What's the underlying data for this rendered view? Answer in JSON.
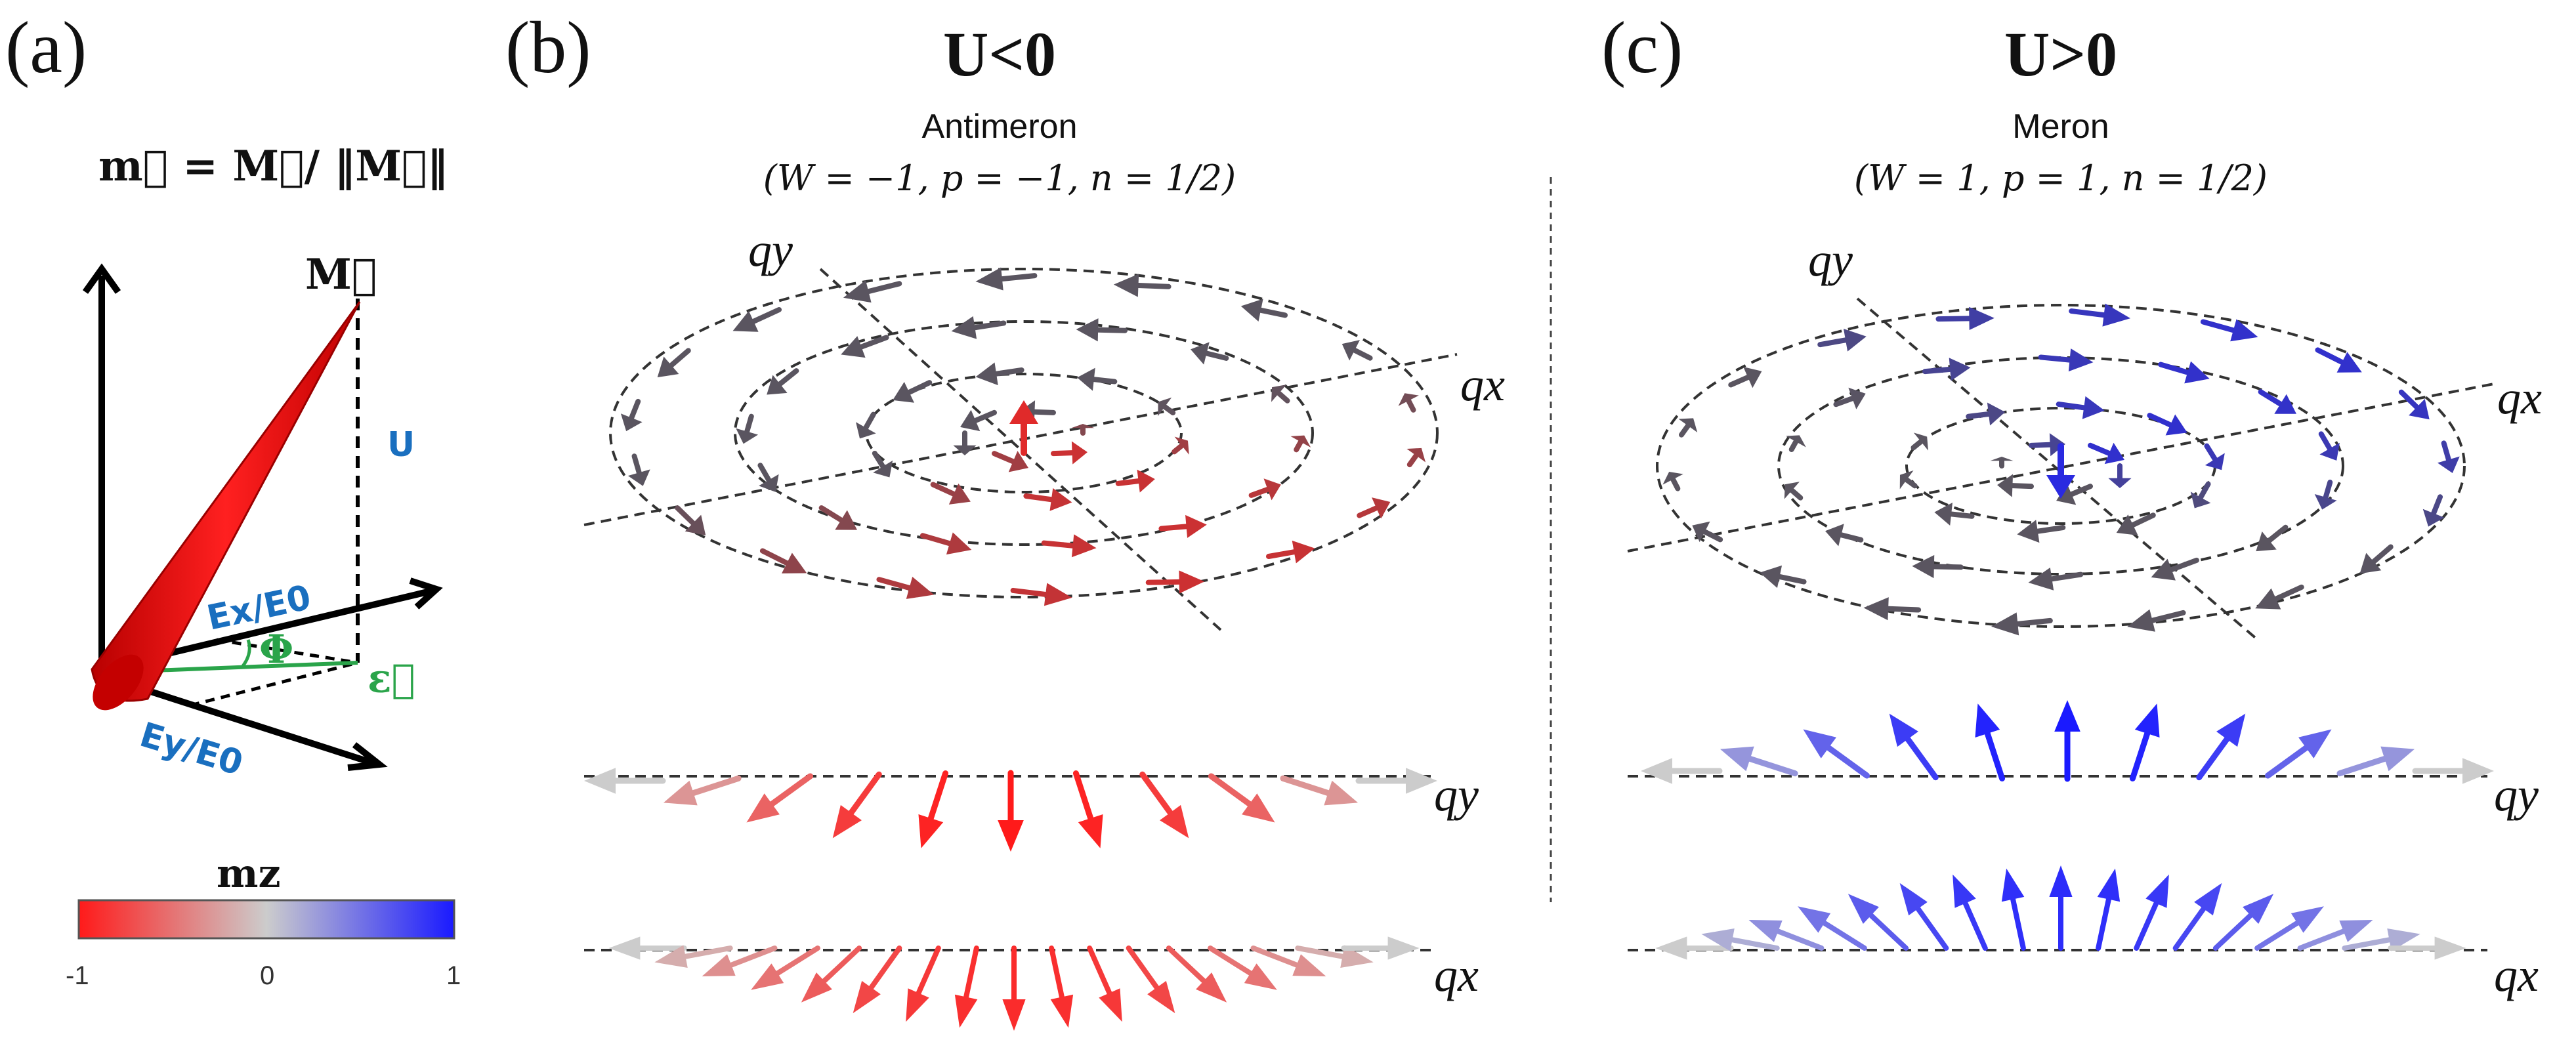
{
  "panel_a": {
    "label": "(a)",
    "formula": "m⃗ = M⃗/ ‖M⃗‖",
    "vector_label": "M⃗",
    "u_label": "U",
    "ex_label": "Ex/E0",
    "ey_label": "Ey/E0",
    "phi_label": "Φ",
    "eps_label": "ε⃗",
    "colorbar": {
      "title": "mz",
      "ticks": [
        "-1",
        "0",
        "1"
      ],
      "color_min": "#ff1a1a",
      "color_mid": "#cccccc",
      "color_max": "#1a1aff"
    }
  },
  "panel_b": {
    "label": "(b)",
    "title": "U<0",
    "name": "Antimeron",
    "params": "(W = −1, p = −1, n = 1/2)",
    "axis_qx": "qx",
    "axis_qy": "qy",
    "arrow_color": "#e02a2a"
  },
  "panel_c": {
    "label": "(c)",
    "title": "U>0",
    "name": "Meron",
    "params": "(W = 1, p = 1, n = 1/2)",
    "axis_qx": "qx",
    "axis_qy": "qy",
    "arrow_color": "#1a22e0"
  }
}
